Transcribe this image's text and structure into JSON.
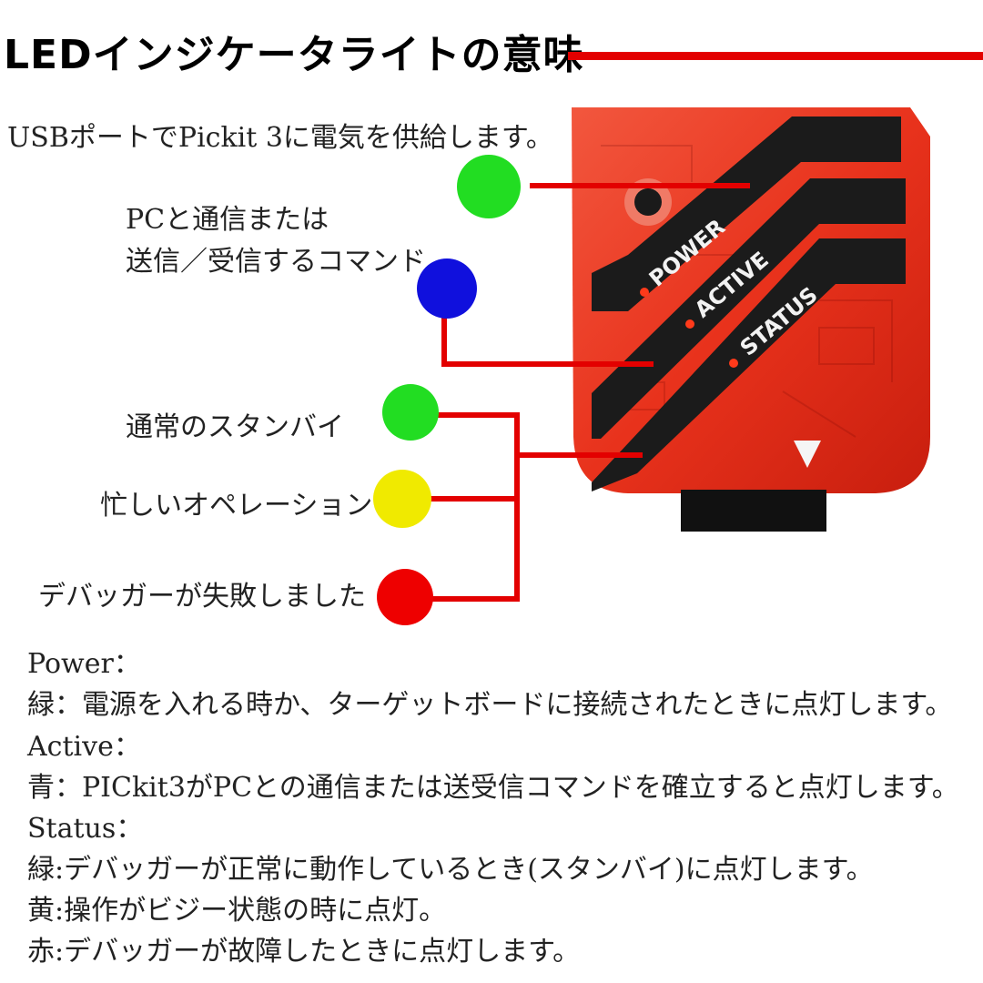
{
  "title": "LEDインジケータライトの意味",
  "labels": {
    "usb_power": "USBポートでPickit 3に電気を供給します。",
    "pc_comm_line1": "PCと通信または",
    "pc_comm_line2": "送信／受信するコマンド",
    "standby": "通常のスタンバイ",
    "busy": "忙しいオペレーション",
    "failed": "デバッガーが失敗しました"
  },
  "device": {
    "led_labels": [
      "POWER",
      "ACTIVE",
      "STATUS"
    ]
  },
  "colors": {
    "green": "#22dd22",
    "blue": "#1010dd",
    "yellow": "#f0ea00",
    "red": "#ee0000",
    "line_red": "#e30000",
    "device_red": "#e8321c"
  },
  "info": [
    "Power：",
    "緑：電源を入れる時か、ターゲットボードに接続されたときに点灯します。",
    "Active：",
    "青：PICkit3がPCとの通信または送受信コマンドを確立すると点灯します。",
    "Status：",
    "緑:デバッガーが正常に動作しているとき(スタンバイ)に点灯します。",
    "黄:操作がビジー状態の時に点灯。",
    "赤:デバッガーが故障したときに点灯します。"
  ]
}
